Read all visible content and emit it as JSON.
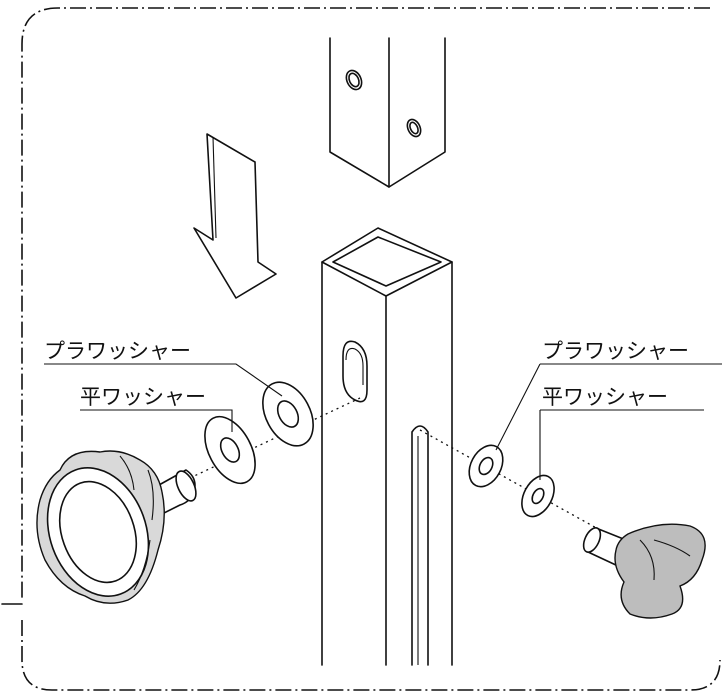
{
  "labels": {
    "left_plastic_washer": "プラワッシャー",
    "left_flat_washer": "平ワッシャー",
    "right_plastic_washer": "プラワッシャー",
    "right_flat_washer": "平ワッシャー"
  },
  "colors": {
    "line": "#111111",
    "background": "#ffffff",
    "knob_shade": "#bdbdbd"
  }
}
